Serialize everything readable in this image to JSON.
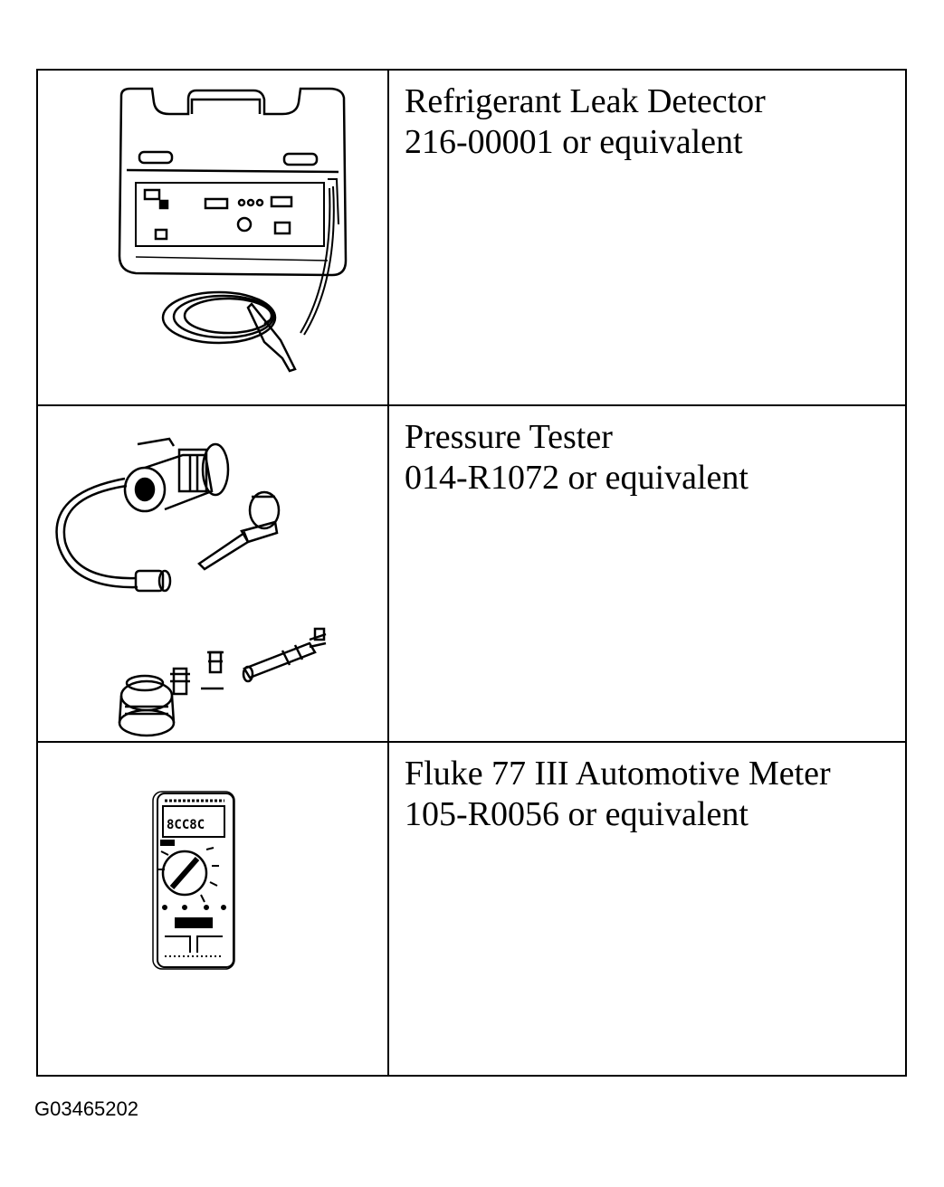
{
  "tools": [
    {
      "name": "Refrigerant Leak Detector",
      "part": "216-00001 or equivalent",
      "icon": "leak-detector-icon"
    },
    {
      "name": "Pressure Tester",
      "part": "014-R1072 or equivalent",
      "icon": "pressure-tester-icon"
    },
    {
      "name": "Fluke 77 III Automotive Meter",
      "part": "105-R0056 or equivalent",
      "icon": "multimeter-icon"
    }
  ],
  "figure_id": "G03465202"
}
